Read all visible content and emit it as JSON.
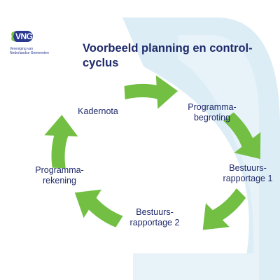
{
  "logo": {
    "mark": "VNG",
    "subtitle_line1": "Vereniging van",
    "subtitle_line2": "Nederlandse Gemeenten",
    "colors": {
      "blue": "#2b3990",
      "green": "#7cc242"
    }
  },
  "title": {
    "line1": "Voorbeeld planning en control-",
    "line2": "cyclus"
  },
  "stages": {
    "kadernota": {
      "line1": "Kadernota"
    },
    "programmabegroting": {
      "line1": "Programma-",
      "line2": "begroting"
    },
    "bestuursrapportage1": {
      "line1": "Bestuurs-",
      "line2": "rapportage 1"
    },
    "bestuursrapportage2": {
      "line1": "Bestuurs-",
      "line2": "rapportage 2"
    },
    "programmarekening": {
      "line1": "Programma-",
      "line2": "rekening"
    }
  },
  "colors": {
    "arrow": "#72bf44",
    "text": "#1f2a6b",
    "background_shape": "#dcedf6"
  },
  "icons": {
    "arrow": "curved-arrow-icon"
  }
}
